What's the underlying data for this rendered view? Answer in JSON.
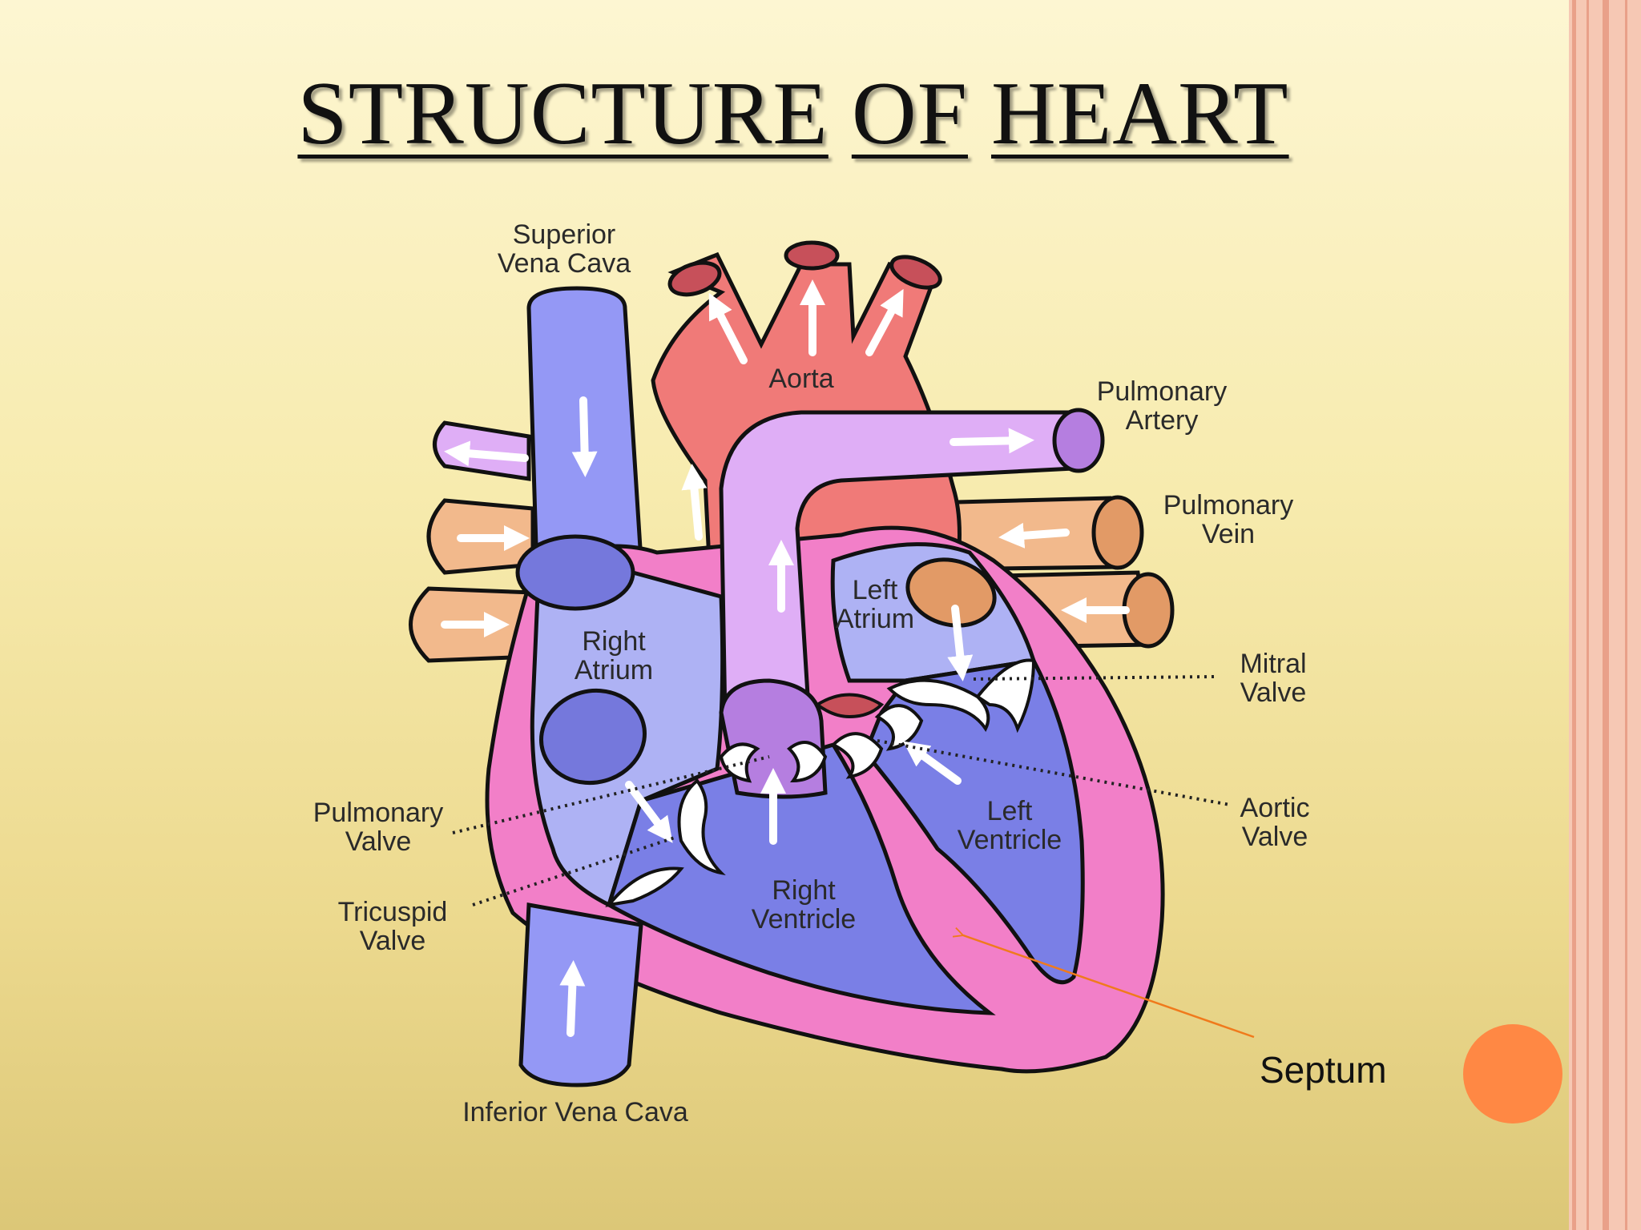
{
  "title": {
    "word1": "STRUCTURE",
    "word2": "OF",
    "word3": "HEART"
  },
  "labels": {
    "superior_vena_cava": [
      "Superior",
      "Vena Cava"
    ],
    "aorta": "Aorta",
    "pulmonary_artery": [
      "Pulmonary",
      "Artery"
    ],
    "pulmonary_vein": [
      "Pulmonary",
      "Vein"
    ],
    "left_atrium": [
      "Left",
      "Atrium"
    ],
    "right_atrium": [
      "Right",
      "Atrium"
    ],
    "mitral_valve": [
      "Mitral",
      "Valve"
    ],
    "aortic_valve": [
      "Aortic",
      "Valve"
    ],
    "left_ventricle": [
      "Left",
      "Ventricle"
    ],
    "right_ventricle": [
      "Right",
      "Ventricle"
    ],
    "pulmonary_valve": [
      "Pulmonary",
      "Valve"
    ],
    "tricuspid_valve": [
      "Tricuspid",
      "Valve"
    ],
    "inferior_vena_cava": "Inferior Vena Cava",
    "septum": "Septum"
  },
  "colors": {
    "vena_cava": "#9498f5",
    "aorta": "#f07a78",
    "pulmonary_artery": "#dfaef6",
    "pulmonary_vein": "#f2b98c",
    "heart_wall": "#f27fc8",
    "chamber": "#aeb2f4",
    "ventricle": "#7a7fe6",
    "septum_arrow": "#f07a1c",
    "accent_circle": "#ff8844"
  }
}
